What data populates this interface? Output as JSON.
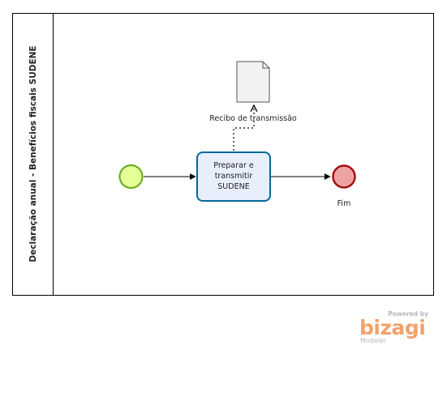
{
  "pool": {
    "lane_title": "Declaração anual - Benefícios fiscais SUDENE"
  },
  "task": {
    "line1": "Preparar e",
    "line2": "transmitir",
    "line3": "SUDENE"
  },
  "artifact": {
    "label": "Recibo de transmissão"
  },
  "end_event": {
    "label": "Fim"
  },
  "branding": {
    "powered_by": "Powered by",
    "brand": "bizagi",
    "product": "Modeler"
  },
  "colors": {
    "start_fill": "#e6ff97",
    "start_stroke": "#62a716",
    "end_fill": "#eea3a3",
    "end_stroke": "#a30f0f",
    "task_fill": "#e8eefc",
    "task_stroke": "#03689a",
    "brand": "#f2a26a"
  }
}
